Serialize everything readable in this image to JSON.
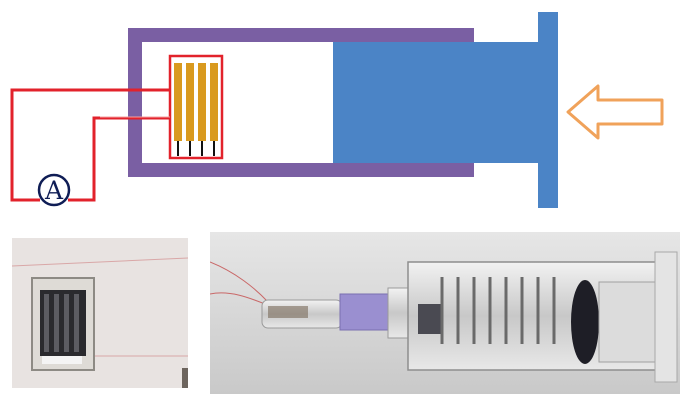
{
  "diagram": {
    "ammeter_label": "A",
    "colors": {
      "barrel": "#7a5fa3",
      "plunger": "#4b84c6",
      "arrow": "#f0a25a",
      "wire": "#e2222b",
      "electrode": "#d99a1f"
    }
  },
  "photos": {
    "sensor_photo": "photo-of-sensor-electrode",
    "syringe_photo": "photo-of-syringe-device"
  }
}
